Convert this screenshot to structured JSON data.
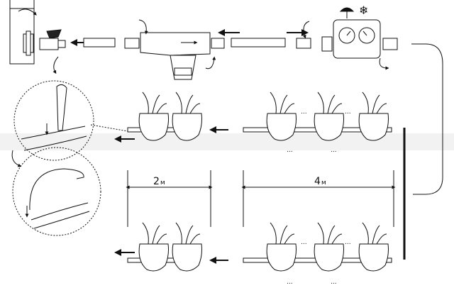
{
  "labels": {
    "dist_short": "2",
    "dist_short_unit": "м",
    "dist_long": "4",
    "dist_long_unit": "м",
    "ellipsis": "..."
  },
  "icons": {
    "weather": [
      "umbrella-rain-icon",
      "snowflake-icon"
    ],
    "timer": "irrigation-timer-icon",
    "filter": "inline-filter-icon",
    "valve": "ball-valve-icon"
  }
}
